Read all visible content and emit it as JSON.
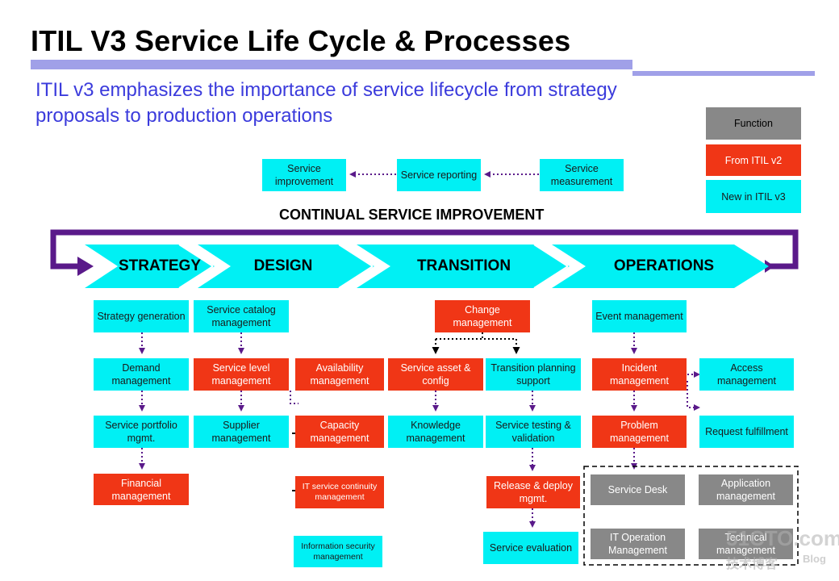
{
  "title": "ITIL V3 Service Life Cycle & Processes",
  "subtitle": "ITIL v3 emphasizes the importance of service lifecycle  from strategy proposals to production operations",
  "legend": {
    "function": "Function",
    "from_v2": "From ITIL v2",
    "new_v3": "New in ITIL  v3"
  },
  "csi": {
    "title": "CONTINUAL SERVICE IMPROVEMENT",
    "improvement": "Service improvement",
    "reporting": "Service reporting",
    "measurement": "Service measurement"
  },
  "phases": {
    "strategy": "STRATEGY",
    "design": "DESIGN",
    "transition": "TRANSITION",
    "operations": "OPERATIONS"
  },
  "strategy": {
    "generation": "Strategy generation",
    "demand": "Demand management",
    "portfolio": "Service portfolio mgmt.",
    "financial": "Financial management"
  },
  "design": {
    "catalog": "Service catalog management",
    "service_level": "Service level management",
    "availability": "Availability management",
    "supplier": "Supplier management",
    "capacity": "Capacity management",
    "continuity": "IT service continuity management",
    "security": "Information security management"
  },
  "transition": {
    "change": "Change management",
    "asset_config": "Service asset  & config",
    "planning": "Transition planning support",
    "knowledge": "Knowledge management",
    "testing": "Service testing & validation",
    "release": "Release & deploy mgmt.",
    "evaluation": "Service evaluation"
  },
  "operations": {
    "event": "Event management",
    "incident": "Incident management",
    "access": "Access management",
    "problem": "Problem management",
    "request": "Request fulfillment",
    "service_desk": "Service Desk",
    "application": "Application management",
    "it_operation": "IT Operation Management",
    "technical": "Technical management"
  },
  "watermark": {
    "site": "51CTO.com",
    "sub": "技术博客",
    "blog": "Blog"
  },
  "colors": {
    "cyan": "#00f0f4",
    "red": "#f03616",
    "grey": "#888888",
    "purple": "#5a1a8a",
    "title_underline": "#a0a0e8",
    "subtitle": "#3b3bdc"
  }
}
